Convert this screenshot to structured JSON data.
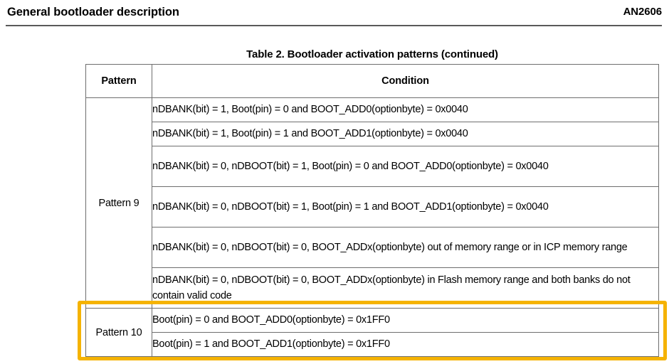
{
  "page_header": {
    "title": "General bootloader description",
    "doc_reference": "AN2606"
  },
  "table": {
    "caption": "Table 2. Bootloader activation patterns (continued)",
    "columns": [
      {
        "key": "pattern",
        "label": "Pattern"
      },
      {
        "key": "condition",
        "label": "Condition"
      }
    ],
    "groups": [
      {
        "pattern": "Pattern 9",
        "conditions": [
          "nDBANK(bit) = 1, Boot(pin) = 0 and BOOT_ADD0(optionbyte) = 0x0040",
          "nDBANK(bit) = 1, Boot(pin) = 1 and BOOT_ADD1(optionbyte) = 0x0040",
          "nDBANK(bit) = 0, nDBOOT(bit) = 1, Boot(pin) = 0 and BOOT_ADD0(optionbyte) = 0x0040",
          "nDBANK(bit) = 0, nDBOOT(bit) = 1, Boot(pin) = 1 and BOOT_ADD1(optionbyte) = 0x0040",
          "nDBANK(bit) = 0, nDBOOT(bit) = 0, BOOT_ADDx(optionbyte) out of memory range or in ICP memory range",
          "nDBANK(bit) = 0, nDBOOT(bit) = 0, BOOT_ADDx(optionbyte) in Flash memory range and both banks do not contain valid code"
        ]
      },
      {
        "pattern": "Pattern 10",
        "conditions": [
          "Boot(pin) = 0 and BOOT_ADD0(optionbyte) = 0x1FF0",
          "Boot(pin) = 1 and BOOT_ADD1(optionbyte) = 0x1FF0"
        ]
      }
    ]
  },
  "annotations": {
    "highlight": {
      "shape": "rectangle",
      "color": "#f5b301",
      "target": "Pattern 10"
    }
  }
}
